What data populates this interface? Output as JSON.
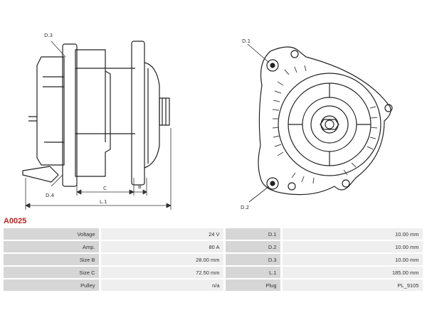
{
  "drawing": {
    "side_labels": {
      "d3": "D.3",
      "d4": "D.4",
      "c": "C",
      "b": "B",
      "l1": "L.1"
    },
    "front_labels": {
      "d1": "D.1",
      "d2": "D.2"
    }
  },
  "part_number": "A0025",
  "specs": [
    {
      "label": "Voltage",
      "value": "24 V",
      "label2": "D.1",
      "value2": "10.00 mm"
    },
    {
      "label": "Amp.",
      "value": "80 A",
      "label2": "D.2",
      "value2": "10.00 mm"
    },
    {
      "label": "Size B",
      "value": "28.00 mm",
      "label2": "D.3",
      "value2": "10.00 mm"
    },
    {
      "label": "Size C",
      "value": "72.50 mm",
      "label2": "L.1",
      "value2": "185.00 mm"
    },
    {
      "label": "Pulley",
      "value": "n/a",
      "label2": "Plug",
      "value2": "PL_9105"
    }
  ]
}
